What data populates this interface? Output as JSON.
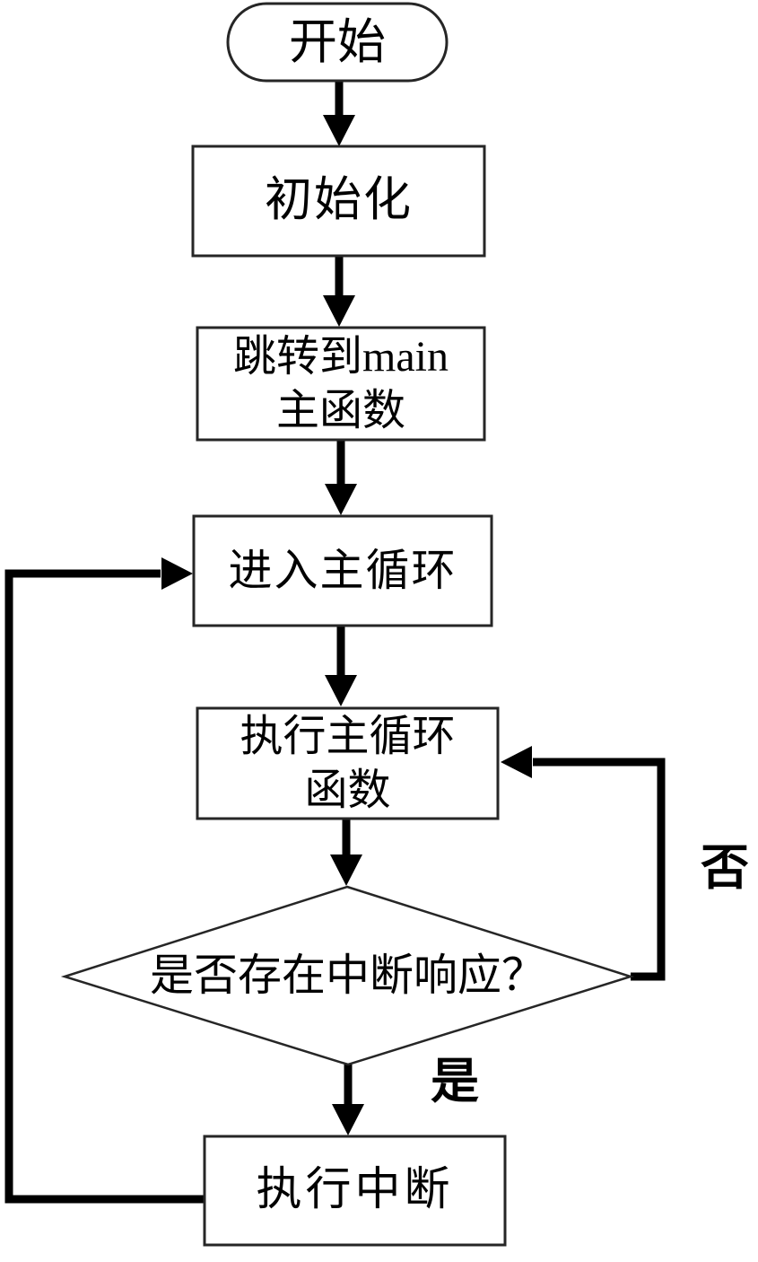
{
  "diagram": {
    "type": "flowchart",
    "nodes": {
      "start": {
        "label": "开始",
        "shape": "terminator"
      },
      "init": {
        "label": "初始化",
        "shape": "process"
      },
      "jump": {
        "label": "跳转到main\n主函数",
        "shape": "process"
      },
      "enter": {
        "label": "进入主循环",
        "shape": "process"
      },
      "exec": {
        "label": "执行主循环\n函数",
        "shape": "process"
      },
      "decision": {
        "label": "是否存在中断响应？",
        "shape": "decision"
      },
      "interrupt": {
        "label": "执行中断",
        "shape": "process"
      }
    },
    "edges": {
      "no_label": "否",
      "yes_label": "是"
    },
    "colors": {
      "ink": "#000000",
      "border": "#262626",
      "bg": "#ffffff"
    }
  }
}
